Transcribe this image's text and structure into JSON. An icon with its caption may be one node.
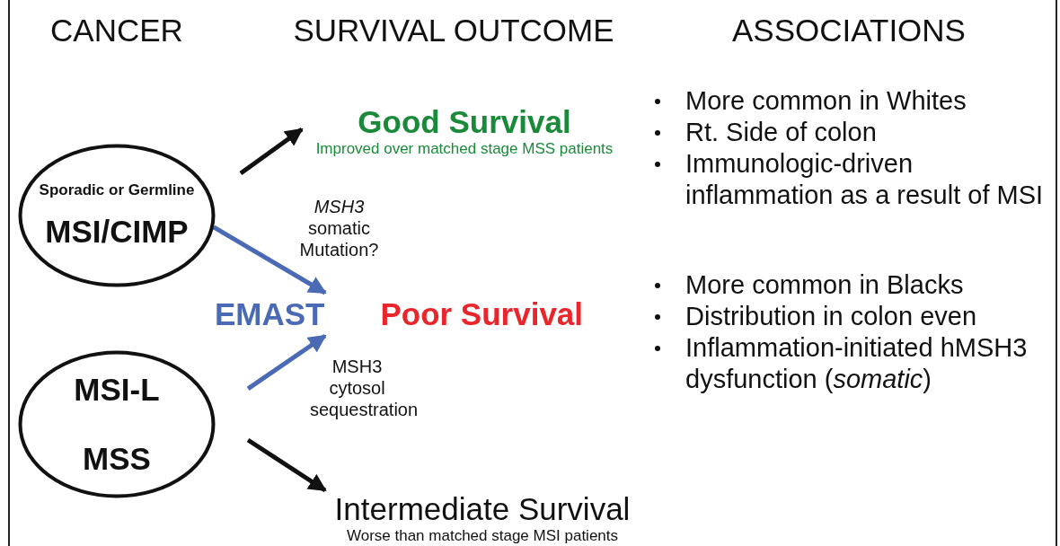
{
  "diagram": {
    "nodes": [
      {
        "text": [
          "Sporadic or Germline",
          "MSI/CIMP"
        ]
      },
      {
        "text": [
          "MSI-L",
          "MSS"
        ]
      },
      {
        "text": [
          "Good Survival",
          "Improved over matched stage MSS patients"
        ]
      },
      {
        "text": [
          "EMAST",
          "Poor Survival"
        ]
      },
      {
        "text": [
          "Intermediate Survival",
          "Worse than matched stage MSI patients"
        ]
      }
    ],
    "edges": [
      {
        "from": 0,
        "to": 2,
        "arrow": "to"
      },
      {
        "from": 0,
        "to": 3,
        "arrow": "to",
        "label": "*MSH3* somatic Mutation?",
        "color": "#4a6ab5"
      },
      {
        "from": 1,
        "to": 3,
        "arrow": "to",
        "label": "MSH3 cytosol sequestration",
        "color": "#4a6ab5"
      },
      {
        "from": 1,
        "to": 4,
        "arrow": "to"
      }
    ],
    "labels": [
      "CANCER",
      "SURVIVAL OUTCOME",
      "ASSOCIATIONS",
      "More common in Whites",
      "Rt. Side of colon",
      "Immunologic-driven inflammation as a result of MSI",
      "More common in Blacks",
      "Distribution in colon even",
      "Inflammation-initiated hMSH3 dysfunction (*somatic*)"
    ]
  }
}
